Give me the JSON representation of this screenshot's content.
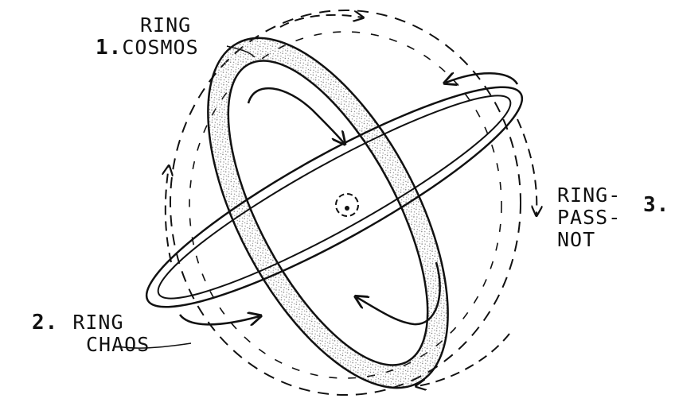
{
  "labels": {
    "ring_cosmos": {
      "number": "1.",
      "line1": "RING",
      "line2": "COSMOS"
    },
    "ring_chaos": {
      "number": "2.",
      "line1": "RING",
      "line2": "CHAOS"
    },
    "ring_pass_not": {
      "number": "3.",
      "line1": "RING-",
      "line2": "PASS-",
      "line3": "NOT"
    }
  },
  "colors": {
    "ink": "#111111",
    "stipple": "#8a8a8a",
    "background": "#ffffff"
  }
}
